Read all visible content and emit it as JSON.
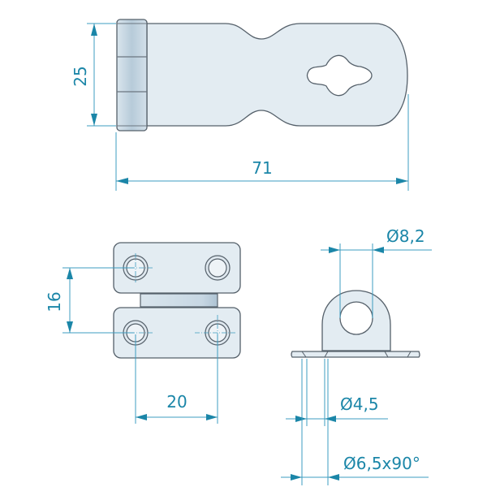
{
  "colors": {
    "dimension": "#1b86a8",
    "part_fill": "#e3ecf2",
    "part_outline": "#55606a",
    "hinge_fill": "#c4d6e2"
  },
  "views": {
    "top_view": {
      "name": "hasp-staple-top-view",
      "dimensions": {
        "height": "25",
        "length": "71"
      }
    },
    "bottom_left_view": {
      "name": "staple-plate-view",
      "dimensions": {
        "hole_spacing_vertical": "16",
        "hole_spacing_horizontal": "20"
      }
    },
    "bottom_right_view": {
      "name": "staple-side-view",
      "dimensions": {
        "eye_diameter": "Ø8,2",
        "screw_hole_diameter": "Ø4,5",
        "countersink": "Ø6,5x90°"
      }
    }
  }
}
